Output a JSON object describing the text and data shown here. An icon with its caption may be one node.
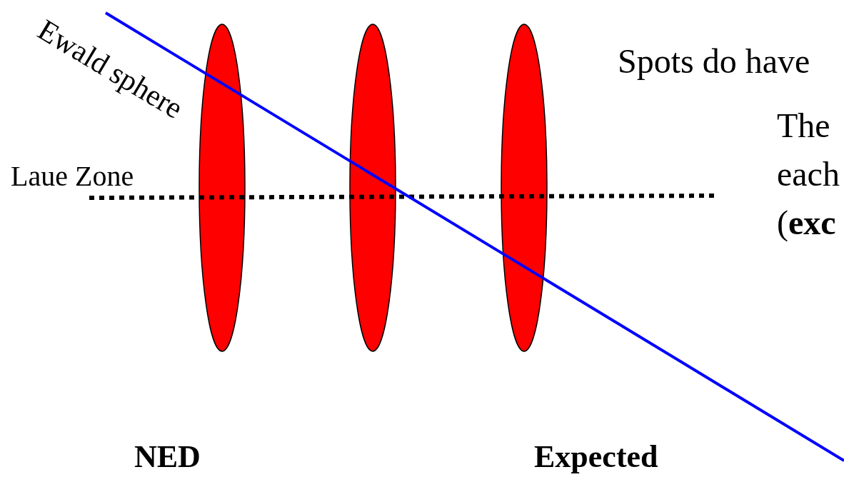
{
  "diagram": {
    "nodes": [
      {
        "text": [],
        "shape": "ellipse"
      },
      {
        "text": [],
        "shape": "ellipse"
      },
      {
        "text": [],
        "shape": "ellipse"
      }
    ],
    "labels": [
      "Ewald sphere",
      "Laue Zone",
      "Spots do have",
      "The",
      "each",
      "(**exc**",
      "NED",
      "Expected"
    ]
  }
}
